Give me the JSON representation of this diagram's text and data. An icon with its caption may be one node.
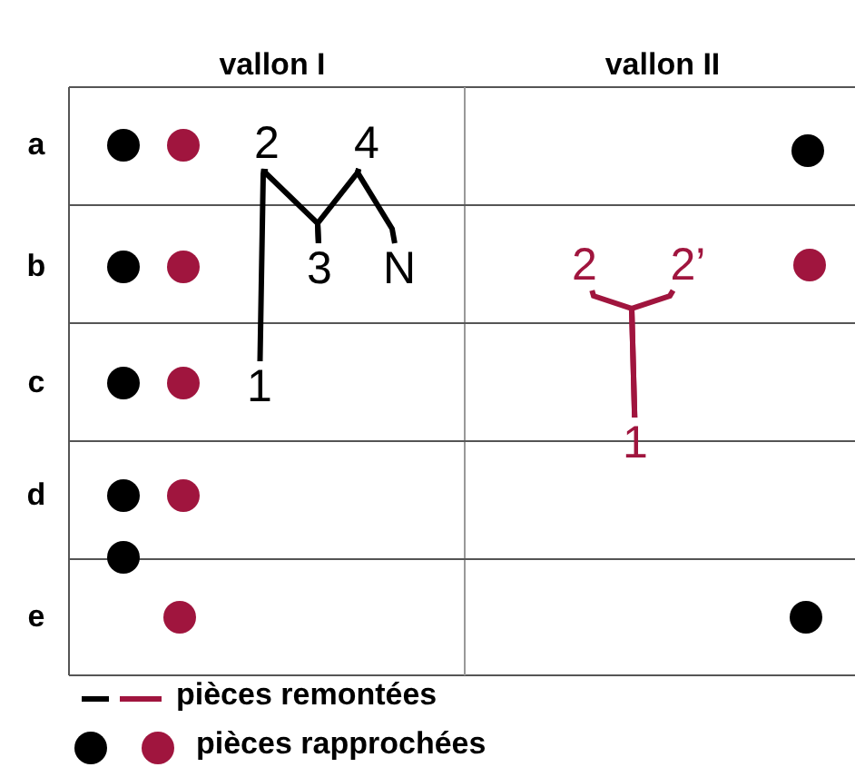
{
  "diagram": {
    "nodes": [
      {
        "text": [],
        "shape": "circle"
      },
      {
        "text": [],
        "shape": "circle"
      },
      {
        "text": [
          "2"
        ]
      },
      {
        "text": [
          "4"
        ]
      },
      {
        "text": [],
        "shape": "circle"
      },
      {
        "text": [],
        "shape": "circle"
      },
      {
        "text": [],
        "shape": "circle"
      },
      {
        "text": [
          "3"
        ]
      },
      {
        "text": [
          "N"
        ]
      },
      {
        "text": [
          "2"
        ]
      },
      {
        "text": [
          "2’"
        ]
      },
      {
        "text": [],
        "shape": "circle"
      },
      {
        "text": [],
        "shape": "circle"
      },
      {
        "text": [],
        "shape": "circle"
      },
      {
        "text": [
          "1"
        ]
      },
      {
        "text": [
          "1"
        ]
      },
      {
        "text": [],
        "shape": "circle"
      },
      {
        "text": [],
        "shape": "circle"
      },
      {
        "text": [],
        "shape": "circle"
      },
      {
        "text": [],
        "shape": "circle"
      },
      {
        "text": [],
        "shape": "circle"
      }
    ],
    "edges": [
      {
        "from": 14,
        "to": 2,
        "arrow": "none"
      },
      {
        "from": 2,
        "to": 7,
        "arrow": "none"
      },
      {
        "from": 7,
        "to": 3,
        "arrow": "none"
      },
      {
        "from": 3,
        "to": 8,
        "arrow": "none"
      },
      {
        "from": 15,
        "to": 9,
        "arrow": "none",
        "color": "#a0153e"
      },
      {
        "from": 15,
        "to": 10,
        "arrow": "none",
        "color": "#a0153e"
      }
    ],
    "labels": [
      "vallon I",
      "vallon II",
      "a",
      "b",
      "c",
      "d",
      "e"
    ],
    "legend": [
      {
        "text": "pièces remontées"
      },
      {
        "text": "pièces rapprochées"
      }
    ]
  }
}
